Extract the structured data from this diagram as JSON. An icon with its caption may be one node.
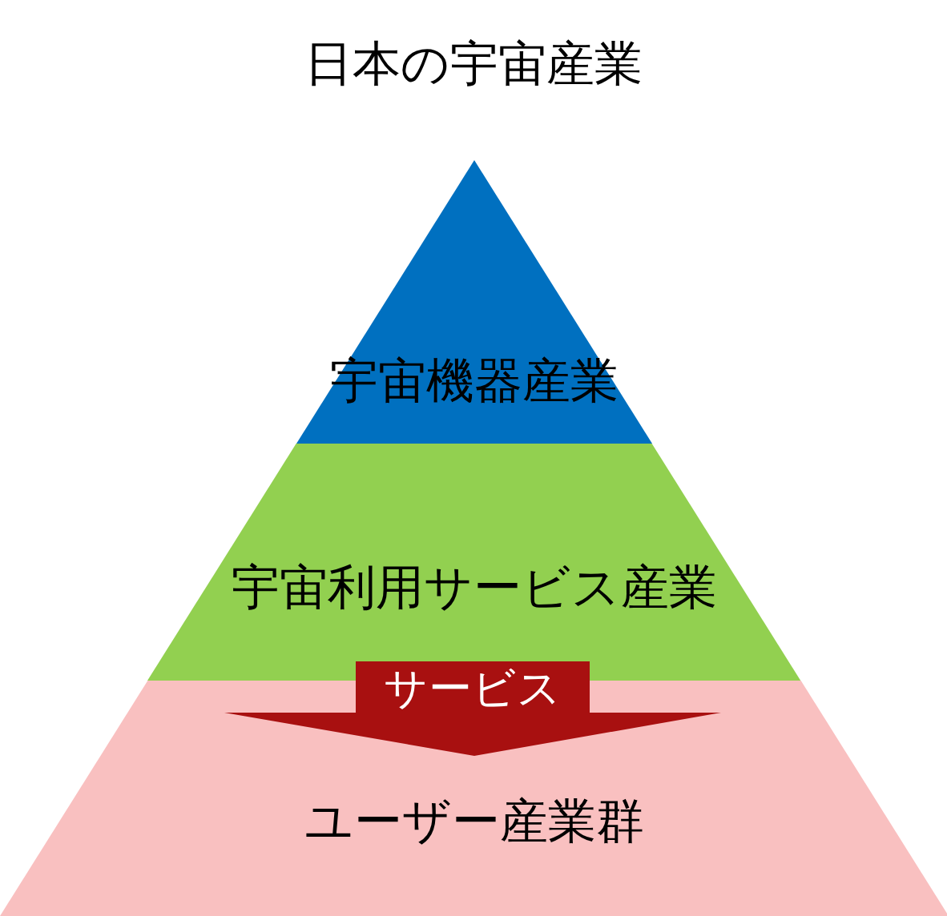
{
  "diagram": {
    "title": "日本の宇宙産業",
    "nodes": [
      {
        "text": [
          "宇宙機器産業"
        ]
      },
      {
        "text": [
          "宇宙利用サービス産業"
        ]
      },
      {
        "text": [
          "ユーザー産業群"
        ]
      }
    ],
    "edges": [
      {
        "from": 1,
        "to": 2,
        "arrow": "to",
        "label": "サービス",
        "color": "#a81010"
      }
    ]
  }
}
